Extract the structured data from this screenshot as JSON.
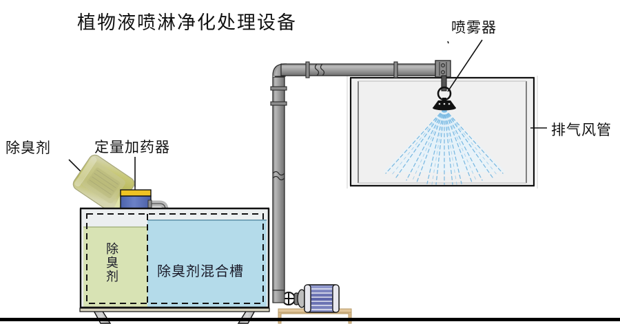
{
  "diagram": {
    "title": "植物液喷淋净化处理设备",
    "background_color": "#ffffff",
    "ground_color": "#000000"
  },
  "labels": {
    "sprayer": "喷雾器",
    "exhaust_duct": "排气风管",
    "deodorant": "除臭剂",
    "doser": "定量加药器",
    "mixing_tank": "除臭剂混合槽",
    "deodorant_vertical": "除臭剂"
  },
  "components": {
    "pipe": {
      "name": "supply-pipe",
      "color": "#9a9a9a",
      "edge_color": "#2b2b2b"
    },
    "nozzle": {
      "name": "spray-nozzle",
      "color": "#111111"
    },
    "spray": {
      "name": "spray-cone",
      "color": "#5aa7d8",
      "fill": "#dceefa"
    },
    "duct_chamber": {
      "name": "exhaust-duct-chamber",
      "fill": "#f0f0f0",
      "edge_color": "#111111"
    },
    "tank": {
      "name": "mixing-tank",
      "water_color": "#b4dbea",
      "deodorant_color": "#d8e3b4",
      "upper_color": "#eceff0",
      "edge_color": "#111111"
    },
    "doser_box": {
      "name": "dosing-device",
      "body_color": "#5b73b8",
      "lid_color": "#efc324"
    },
    "pump": {
      "name": "circulation-pump",
      "body_color": "#6f78b8",
      "base_color": "#d8b98a"
    },
    "bottle": {
      "name": "deodorant-bottle",
      "color": "#c8c86e"
    }
  },
  "chart_data": {
    "type": "diagram",
    "title": "植物液喷淋净化处理设备",
    "annotations": [
      "喷雾器",
      "排气风管",
      "除臭剂",
      "定量加药器",
      "除臭剂混合槽"
    ]
  }
}
